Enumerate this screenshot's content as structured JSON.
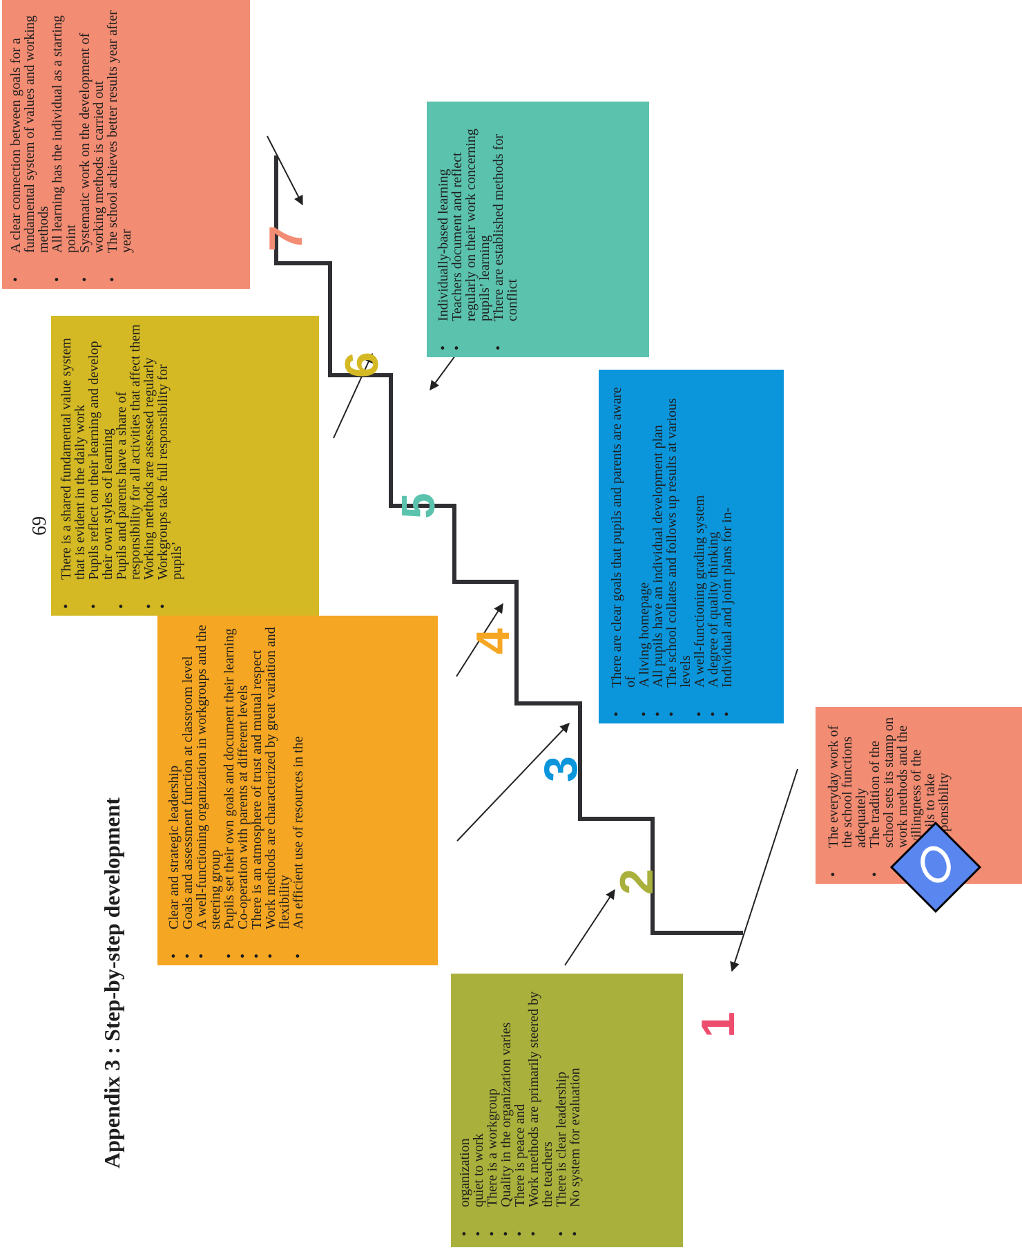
{
  "page": {
    "title": "Appendix 3 : Step-by-step development",
    "page_number": "69"
  },
  "colors": {
    "step1": "#a9b03c",
    "step2": "#f28c73",
    "step3": "#f5a623",
    "step4": "#0b96dc",
    "step5": "#d4b924",
    "step6": "#5bc2ad",
    "step7": "#f28c73",
    "num1": "#ee4e6e",
    "num2": "#a9b03c",
    "num3": "#0b96dc",
    "num4": "#f5a623",
    "num5": "#5bc2ad",
    "num6": "#d4b924",
    "num7": "#f28c73",
    "stairs": "#2f2f33"
  },
  "steps": [
    {
      "number": "1",
      "items": [
        "organization",
        "quiet to work",
        "There is a workgroup",
        "Quality in the organization varies",
        "There is peace and",
        "Work methods are primarily steered by the teachers",
        "There is clear leadership",
        "No system for evaluation"
      ]
    },
    {
      "number": "2",
      "items": [
        "The everyday work of the school functions adequately",
        "The tradition of the school sets its stamp on work methods and the willingness of the pupils to take responsibility"
      ]
    },
    {
      "number": "3",
      "items": [
        "Clear and strategic leadership",
        "Goals and assessment function at classroom level",
        "A well-functioning organization in workgroups and the steering group",
        "Pupils set their own goals and document their learning",
        "Co-operation with parents at different levels",
        "There is an atmosphere of trust and mutual respect",
        "Work methods are characterized by great variation and flexibility",
        "An efficient use of resources in the"
      ]
    },
    {
      "number": "4",
      "items": [
        "There are clear goals that pupils and parents are aware of",
        "A living homepage",
        "All pupils have an individual development plan",
        "The school collates and follows up results at various levels",
        "A well-functioning grading system",
        "A degree of quality thinking",
        "Individual and joint plans for in-"
      ]
    },
    {
      "number": "5",
      "items": [
        "There is a shared fundamental value system that is evident in the daily work",
        "Pupils reflect on their learning and develop their own styles of learning",
        "Pupils and parents have a share of responsibility for all activities that affect them",
        "Working methods are assessed regularly",
        "Workgroups take full responsibility for pupils’"
      ]
    },
    {
      "number": "6",
      "items": [
        "Individually-based learning",
        "Teachers document and reflect regularly on their work concerning pupils’ learning",
        "There are established methods for conflict"
      ]
    },
    {
      "number": "7",
      "items": [
        "A clear connection between goals for a fundamental system of values and working methods",
        "All learning has the individual as a starting point",
        "Systematic work on the development of working methods is carried out",
        "The school achieves better results year after year"
      ]
    }
  ],
  "logo": {
    "letter": "Q",
    "name": "quality-q-logo"
  }
}
